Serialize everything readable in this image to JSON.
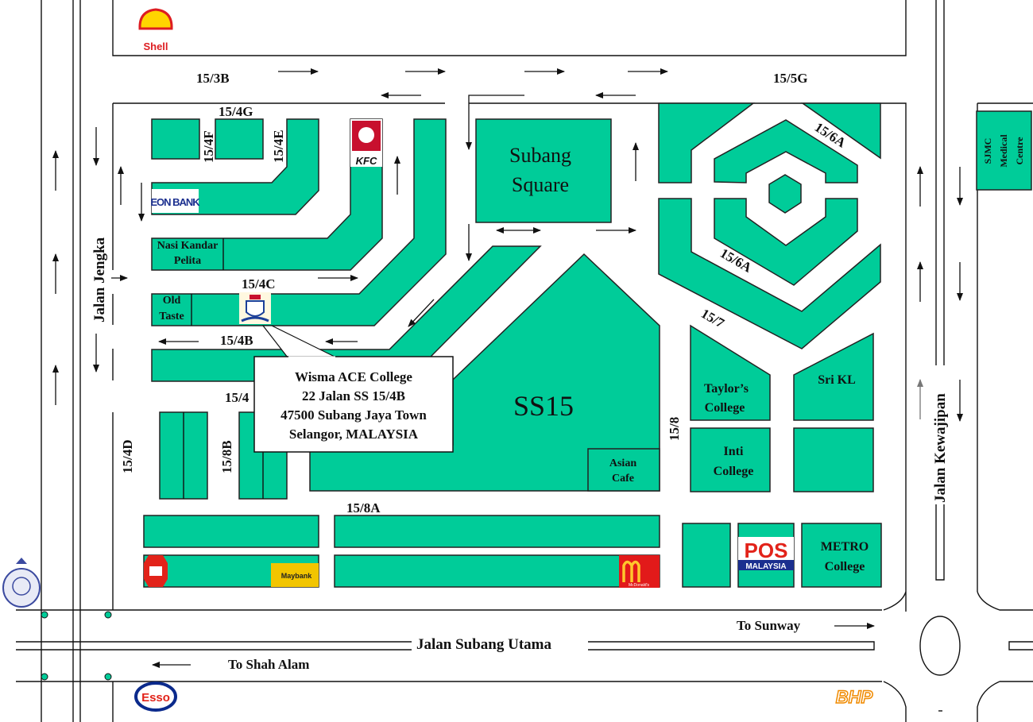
{
  "roads": {
    "r15_3B": "15/3B",
    "r15_5G": "15/5G",
    "r15_4G": "15/4G",
    "r15_4F": "15/4F",
    "r15_4E": "15/4E",
    "r15_4C": "15/4C",
    "r15_4B": "15/4B",
    "r15_4": "15/4",
    "r15_4D": "15/4D",
    "r15_8B": "15/8B",
    "r15_8A": "15/8A",
    "r15_8": "15/8",
    "r15_6A_top": "15/6A",
    "r15_6A_mid": "15/6A",
    "r15_7": "15/7",
    "jalan_jengka": "Jalan Jengka",
    "jalan_kewajipan": "Jalan Kewajipan",
    "jalan_subang_utama": "Jalan Subang Utama",
    "to_sunway": "To Sunway",
    "to_shah_alam": "To Shah Alam"
  },
  "places": {
    "subang_square_1": "Subang",
    "subang_square_2": "Square",
    "ss15": "SS15",
    "nasi_kandar_1": "Nasi Kandar",
    "nasi_kandar_2": "Pelita",
    "old_taste_1": "Old",
    "old_taste_2": "Taste",
    "asian_cafe_1": "Asian",
    "asian_cafe_2": "Cafe",
    "taylors_1": "Taylor’s",
    "taylors_2": "College",
    "sri_kl": "Sri KL",
    "inti_1": "Inti",
    "inti_2": "College",
    "metro_1": "METRO",
    "metro_2": "College",
    "sjmc_1": "SJMC",
    "sjmc_2": "Medical",
    "sjmc_3": "Centre"
  },
  "callout": {
    "line1": "Wisma ACE College",
    "line2": "22 Jalan SS 15/4B",
    "line3": "47500 Subang Jaya Town",
    "line4": "Selangor, MALAYSIA"
  },
  "logos": {
    "shell": "Shell",
    "kfc": "KFC",
    "eon_bank": "EON BANK",
    "maybank": "Maybank",
    "mcdonalds": "McDonald's",
    "pos_1": "POS",
    "pos_2": "MALAYSIA",
    "esso": "Esso",
    "bhp": "BHP"
  },
  "colors": {
    "block": "#00CC99",
    "road_line": "#111111"
  }
}
